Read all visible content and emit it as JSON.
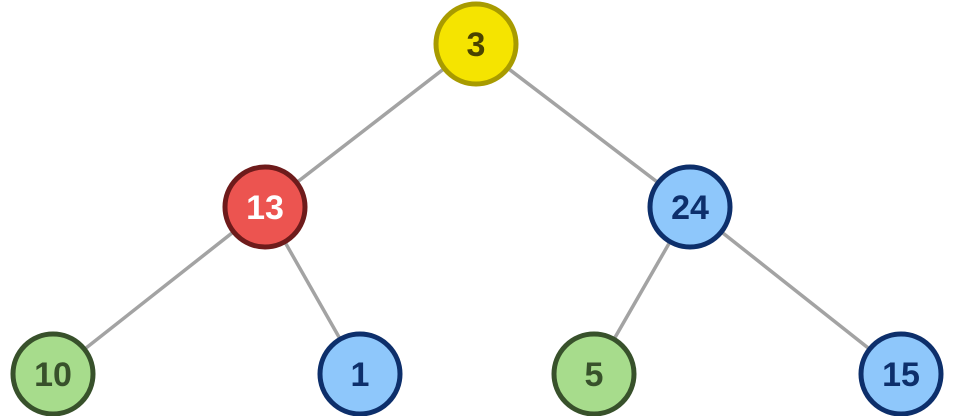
{
  "diagram": {
    "type": "binary-tree",
    "nodes": [
      {
        "id": "n0",
        "value": "3",
        "level": 0,
        "order": 0,
        "fill": "#f5e400",
        "stroke": "#a89b00",
        "text_color": "#4a4300"
      },
      {
        "id": "n1",
        "value": "13",
        "level": 1,
        "order": 0,
        "fill": "#ec5450",
        "stroke": "#6e1b1b",
        "text_color": "#ffffff"
      },
      {
        "id": "n2",
        "value": "24",
        "level": 1,
        "order": 1,
        "fill": "#8ec7fb",
        "stroke": "#0d2f6b",
        "text_color": "#0d2f6b"
      },
      {
        "id": "n3",
        "value": "10",
        "level": 2,
        "order": 0,
        "fill": "#a7dc8c",
        "stroke": "#38512b",
        "text_color": "#38512b"
      },
      {
        "id": "n4",
        "value": "1",
        "level": 2,
        "order": 1,
        "fill": "#8ec7fb",
        "stroke": "#0d2f6b",
        "text_color": "#0d2f6b"
      },
      {
        "id": "n5",
        "value": "5",
        "level": 2,
        "order": 2,
        "fill": "#a7dc8c",
        "stroke": "#38512b",
        "text_color": "#38512b"
      },
      {
        "id": "n6",
        "value": "15",
        "level": 2,
        "order": 3,
        "fill": "#8ec7fb",
        "stroke": "#0d2f6b",
        "text_color": "#0d2f6b"
      }
    ],
    "edges": [
      {
        "from": "n0",
        "to": "n1"
      },
      {
        "from": "n0",
        "to": "n2"
      },
      {
        "from": "n1",
        "to": "n3"
      },
      {
        "from": "n1",
        "to": "n4"
      },
      {
        "from": "n2",
        "to": "n5"
      },
      {
        "from": "n2",
        "to": "n6"
      }
    ],
    "edge_color": "#a3a3a3"
  }
}
